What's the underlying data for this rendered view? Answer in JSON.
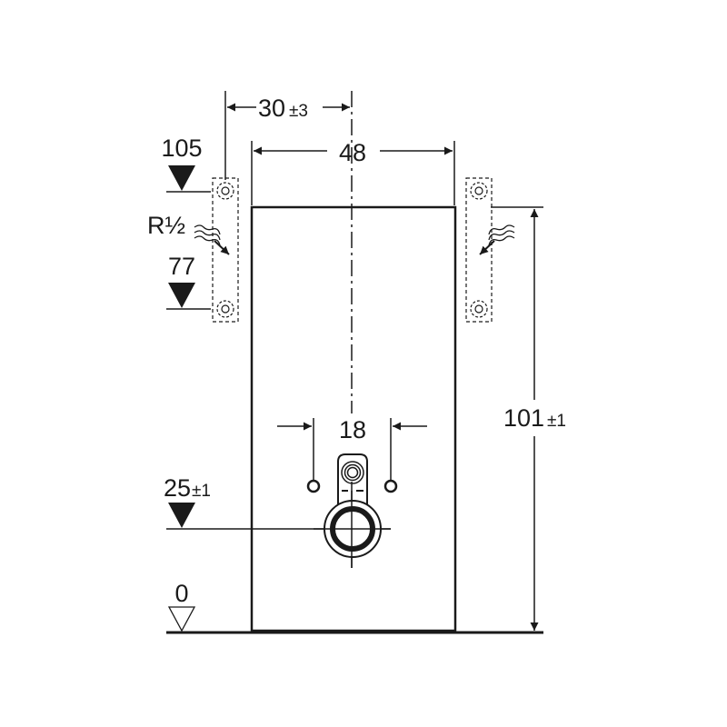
{
  "dimensions": {
    "wall_offset": {
      "value": "30",
      "tolerance": "±3"
    },
    "width": "48",
    "height": {
      "value": "101",
      "tolerance": "±1"
    },
    "fixing_spacing": "18",
    "drain_height": {
      "value": "25",
      "tolerance": "±1"
    },
    "upper_bracket_height": "105",
    "lower_bracket_height": "77",
    "floor_level": "0",
    "thread_label": "R½"
  },
  "colors": {
    "line": "#1a1a1a",
    "background": "#ffffff"
  }
}
